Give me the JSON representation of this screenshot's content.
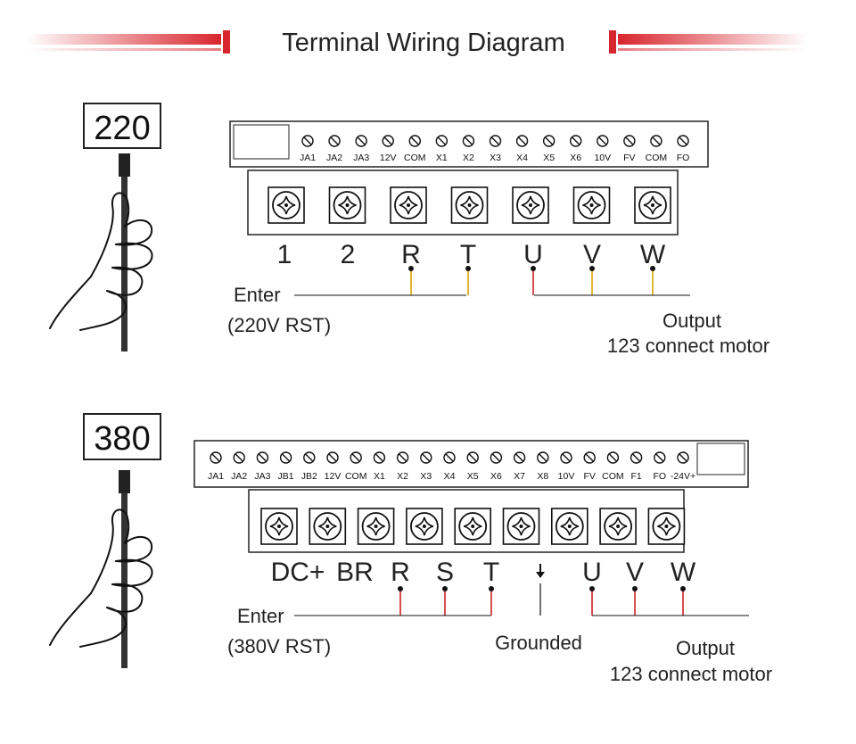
{
  "title": "Terminal Wiring Diagram",
  "colors": {
    "accent_red": "#d8262e",
    "wire_red": "#cc2222",
    "wire_orange": "#d9a400",
    "line": "#111111"
  },
  "icons": {
    "hand": "hand-holding-cable-icon",
    "screw": "screw-terminal-icon",
    "ground": "ground-arrow-icon"
  },
  "section_220": {
    "badge": "220",
    "control_terminals": [
      "JA1",
      "JA2",
      "JA3",
      "12V",
      "COM",
      "X1",
      "X2",
      "X3",
      "X4",
      "X5",
      "X6",
      "10V",
      "FV",
      "COM",
      "FO"
    ],
    "power_terminals": [
      "1",
      "2",
      "R",
      "T",
      "U",
      "V",
      "W"
    ],
    "input_label": "Enter",
    "input_sub": "(220V RST)",
    "output_label": "Output",
    "output_sub": "123 connect motor"
  },
  "section_380": {
    "badge": "380",
    "control_terminals": [
      "JA1",
      "JA2",
      "JA3",
      "JB1",
      "JB2",
      "12V",
      "COM",
      "X1",
      "X2",
      "X3",
      "X4",
      "X5",
      "X6",
      "X7",
      "X8",
      "10V",
      "FV",
      "COM",
      "F1",
      "FO",
      "-24V+"
    ],
    "power_terminals": [
      "DC+",
      "BR",
      "R",
      "S",
      "T",
      "",
      "U",
      "V",
      "W"
    ],
    "input_label": "Enter",
    "input_sub": "(380V RST)",
    "ground_label": "Grounded",
    "output_label": "Output",
    "output_sub": "123 connect motor"
  }
}
